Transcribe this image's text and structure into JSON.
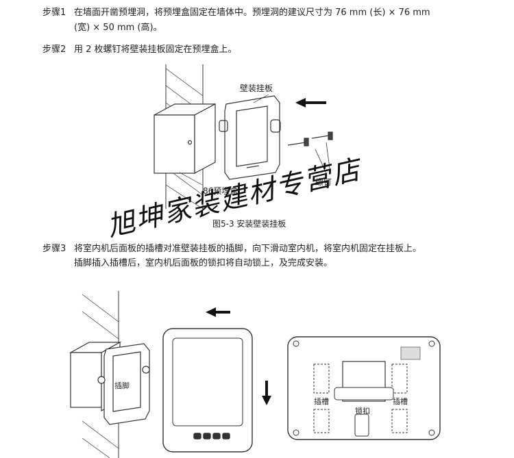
{
  "steps": [
    {
      "label": "步骤1",
      "lines": [
        "在墙面开凿预埋洞，将预埋盒固定在墙体中。预埋洞的建议尺寸为 76 mm (长) × 76 mm",
        "(宽) × 50 mm (高)。"
      ]
    },
    {
      "label": "步骤2",
      "lines": [
        "用 2 枚螺钉将壁装挂板固定在预埋盒上。"
      ]
    },
    {
      "label": "步骤3",
      "lines": [
        "将室内机后面板的插槽对准壁装挂板的插脚，向下滑动室内机，将室内机固定在挂板上。",
        "插脚插入插槽后，室内机后面板的锁扣将自动锁上，及完成安装。"
      ]
    }
  ],
  "figure1": {
    "caption": "图5-3 安装壁装挂板",
    "label_plate": "壁装挂板",
    "label_box": "86预埋盒",
    "label_screw": "螺钉"
  },
  "figure2": {
    "label_pin": "插脚",
    "label_slot_left": "插槽",
    "label_slot_right": "插槽",
    "label_lock": "锁扣"
  },
  "watermark": "旭坤家装建材专营店",
  "icons": [
    "arrow-left-icon",
    "arrow-down-icon"
  ]
}
